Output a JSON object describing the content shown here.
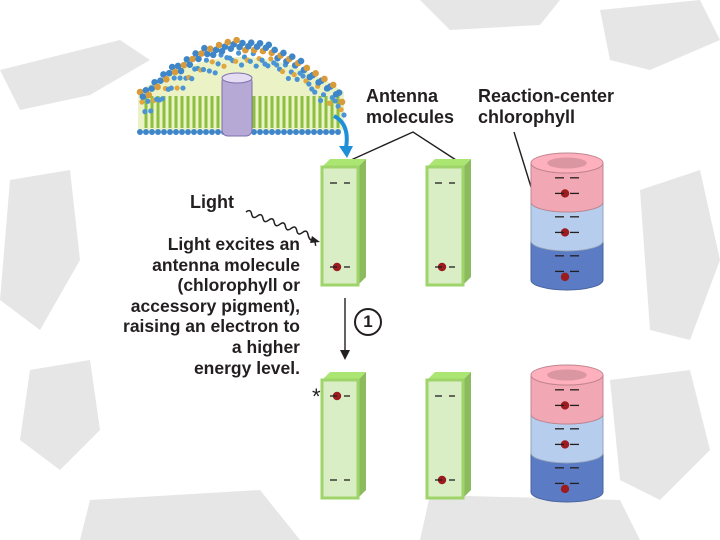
{
  "labels": {
    "antenna": [
      "Antenna",
      "molecules"
    ],
    "reaction_center": [
      "Reaction-center",
      "chlorophyll"
    ],
    "light": "Light",
    "description": [
      "Light excites an",
      "antenna molecule",
      "(chlorophyll or",
      "accessory pigment),",
      "raising an electron to",
      "a higher",
      "energy level."
    ],
    "step": "1",
    "excited_marker": "*"
  },
  "colors": {
    "antenna_green": "#9ed46a",
    "antenna_face": "#d9eec4",
    "rc_pink": "#f2a8b4",
    "rc_light_blue": "#b7cdee",
    "rc_blue": "#5b7cc4",
    "electron": "#9b1b1f",
    "arrow_blue": "#1f8fd8"
  },
  "states": [
    {
      "name": "before",
      "antenna_electron": [
        "low",
        "low"
      ],
      "rc_electron": [
        "middle",
        "middle",
        "low"
      ]
    },
    {
      "name": "after",
      "antenna_electron": [
        "high",
        "low"
      ],
      "rc_electron": [
        "middle",
        "middle",
        "low"
      ]
    }
  ]
}
